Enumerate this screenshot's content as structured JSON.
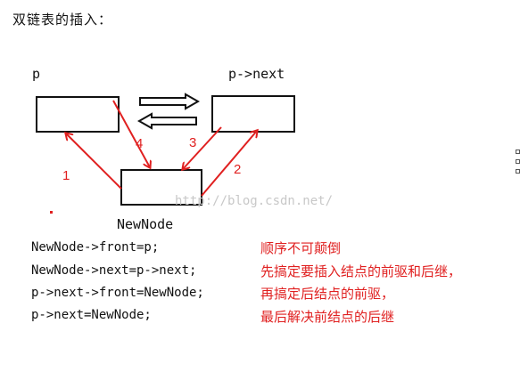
{
  "title": "双链表的插入：",
  "labels": {
    "p": "p",
    "p_next": "p->next",
    "new_node": "NewNode",
    "step1": "1",
    "step2": "2",
    "step3": "3",
    "step4": "4",
    "watermark": "http://blog.csdn.net/"
  },
  "code": [
    "NewNode->front=p;",
    "NewNode->next=p->next;",
    "p->next->front=NewNode;",
    "p->next=NewNode;"
  ],
  "notes": [
    "顺序不可颠倒",
    "先搞定要插入结点的前驱和后继，",
    "再搞定后结点的前驱，",
    "最后解决前结点的后继"
  ],
  "colors": {
    "arrow": "#e02020",
    "box": "#111111",
    "note": "#e02020"
  }
}
